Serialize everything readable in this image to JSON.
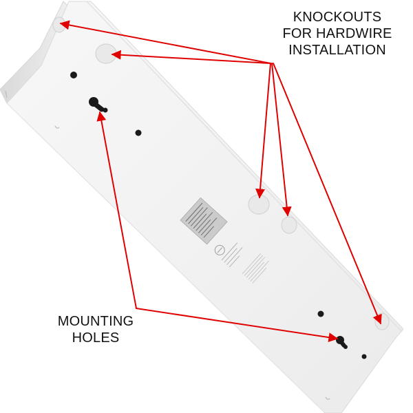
{
  "callouts": {
    "knockouts": {
      "lines": [
        "KNOCKOUTS",
        "FOR HARDWIRE",
        "INSTALLATION"
      ]
    },
    "mounting": {
      "lines": [
        "MOUNTING",
        "HOLES"
      ]
    }
  },
  "colors": {
    "arrow": "#e00000",
    "panel_face": "#f4f4f4",
    "panel_edge": "#e3e3e3",
    "hole": "#1a1a1a",
    "label_plate": "#c8c8c8"
  }
}
